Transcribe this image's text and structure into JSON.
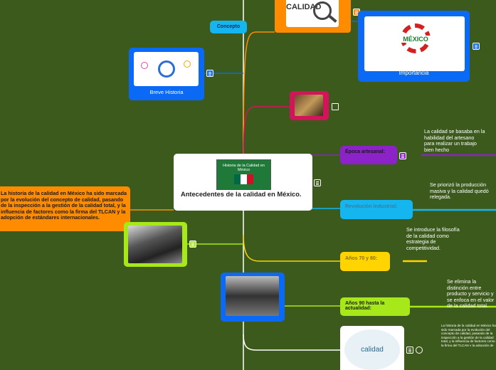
{
  "central": {
    "title": "Antecedentes de la calidad en México.",
    "image_caption_line1": "Historia de la Calidad en",
    "image_caption_line2": "México"
  },
  "concepto": {
    "label": "Concepto",
    "image_text": "CALIDAD"
  },
  "importancia": {
    "label": "Importancia",
    "logo_text": "MÉXICO"
  },
  "breve_historia": {
    "label": "Breve Historia"
  },
  "summary": {
    "text": "La historia de la calidad en México ha sido marcada por la evolución del concepto de calidad, pasando de la inspección a la gestión de la calidad total, y la influencia de factores como la firma del TLCAN y la adopción de estándares internacionales."
  },
  "eras": [
    {
      "label": "Época artesanal:",
      "desc": "La calidad se basaba en la habilidad del artesano para realizar un trabajo bien hecho"
    },
    {
      "label": "Revolución Industrial:",
      "desc": "Se priorizó la producción masiva y la calidad quedó relegada."
    },
    {
      "label": "Años 70 y 80:",
      "desc": "Se introduce la filosofía de la calidad como estrategia de competitividad."
    },
    {
      "label": "Años 90 hasta la actualidad:",
      "desc": "Se elimina la distinción entre producto y servicio y se enfoca en el valor de la calidad total."
    }
  ],
  "bottom_right": {
    "text": "La historia de la calidad en México ha sido marcada por la evolución del concepto de calidad, pasando de la inspección a la gestión de la calidad total, y la influencia de factores como la firma del TLCAN y la adopción de estándares internacionales.",
    "image_text": "calidad"
  },
  "colors": {
    "background": "#3d5a1d",
    "orange": "#ff8c00",
    "blue": "#0a69f5",
    "magenta": "#d4145a",
    "purple": "#8b23c9",
    "cyan": "#15b6f0",
    "yellow": "#ffd400",
    "lime": "#a6e81a",
    "white": "#ffffff"
  }
}
